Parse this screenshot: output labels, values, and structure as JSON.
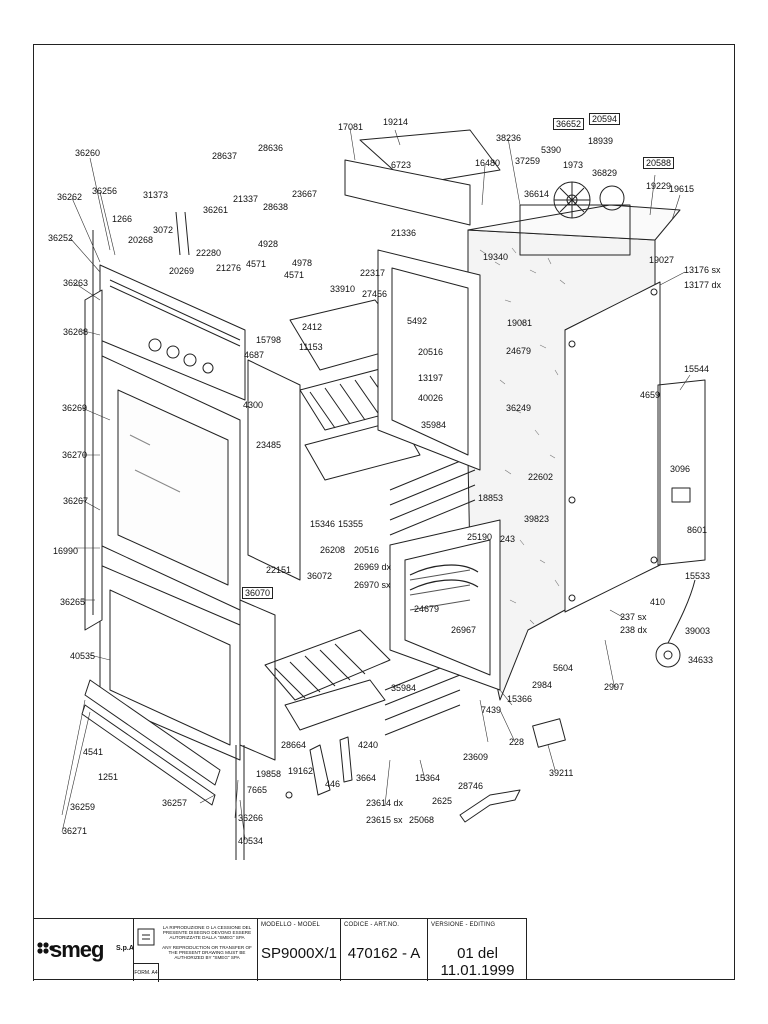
{
  "labels": [
    "17081",
    "19214",
    "36652",
    "20594",
    "38236",
    "18939",
    "6723",
    "16480",
    "37259",
    "5390",
    "1973",
    "20588",
    "36829",
    "19229",
    "19615",
    "36614",
    "28637",
    "28636",
    "36260",
    "36256",
    "36262",
    "31373",
    "1266",
    "20268",
    "3072",
    "36261",
    "21337",
    "28638",
    "23667",
    "21336",
    "36252",
    "22280",
    "4928",
    "4571",
    "4571",
    "4978",
    "19340",
    "19027",
    "13176 sx",
    "13177 dx",
    "20269",
    "21276",
    "22317",
    "27456",
    "36263",
    "33910",
    "19081",
    "5492",
    "2412",
    "15798",
    "11153",
    "36268",
    "4687",
    "20516",
    "24679",
    "13197",
    "15544",
    "4659",
    "36269",
    "4300",
    "40026",
    "36249",
    "23485",
    "35984",
    "36270",
    "3096",
    "22602",
    "18853",
    "39823",
    "8601",
    "15346",
    "15355",
    "36267",
    "25190",
    "243",
    "16990",
    "20516",
    "26208",
    "26969 dx",
    "26970 sx",
    "22151",
    "36072",
    "36070",
    "15533",
    "36265",
    "410",
    "237 sx",
    "238 dx",
    "24679",
    "26967",
    "39003",
    "40535",
    "34633",
    "5604",
    "2984",
    "35984",
    "2997",
    "15366",
    "7439",
    "28664",
    "4240",
    "228",
    "23609",
    "4541",
    "19162",
    "446",
    "3664",
    "15364",
    "39211",
    "1251",
    "19858",
    "7665",
    "23614 dx",
    "23615 sx",
    "2625",
    "28746",
    "36259",
    "36257",
    "25068",
    "36266",
    "36271",
    "40534"
  ],
  "boxed_labels": [
    "36652",
    "20594",
    "20588",
    "36070"
  ],
  "title_block": {
    "logo": "smeg",
    "logo_suffix": "S.p.A",
    "notice_it": "LA RIPRODUZIONE O LA CESSIONE DEL PRESENTE DISEGNO DEVONO ESSERE AUTORIZZATE DALLA \"SMEG\" SPA",
    "notice_en": "ANY REPRODUCTION OR TRANSFER OF THE PRESENT DRAWING MUST BE AUTHORIZED BY \"SMEG\" SPA",
    "format": "FORM. A4",
    "model_header": "MODELLO - MODEL",
    "model_value": "SP9000X/1",
    "code_header": "CODICE - ART.NO.",
    "code_value": "470162 - A",
    "version_header": "VERSIONE - EDITING",
    "version_value": "01 del 11.01.1999"
  },
  "colors": {
    "ink": "#111111",
    "hatch": "#555555",
    "paper": "#ffffff"
  }
}
